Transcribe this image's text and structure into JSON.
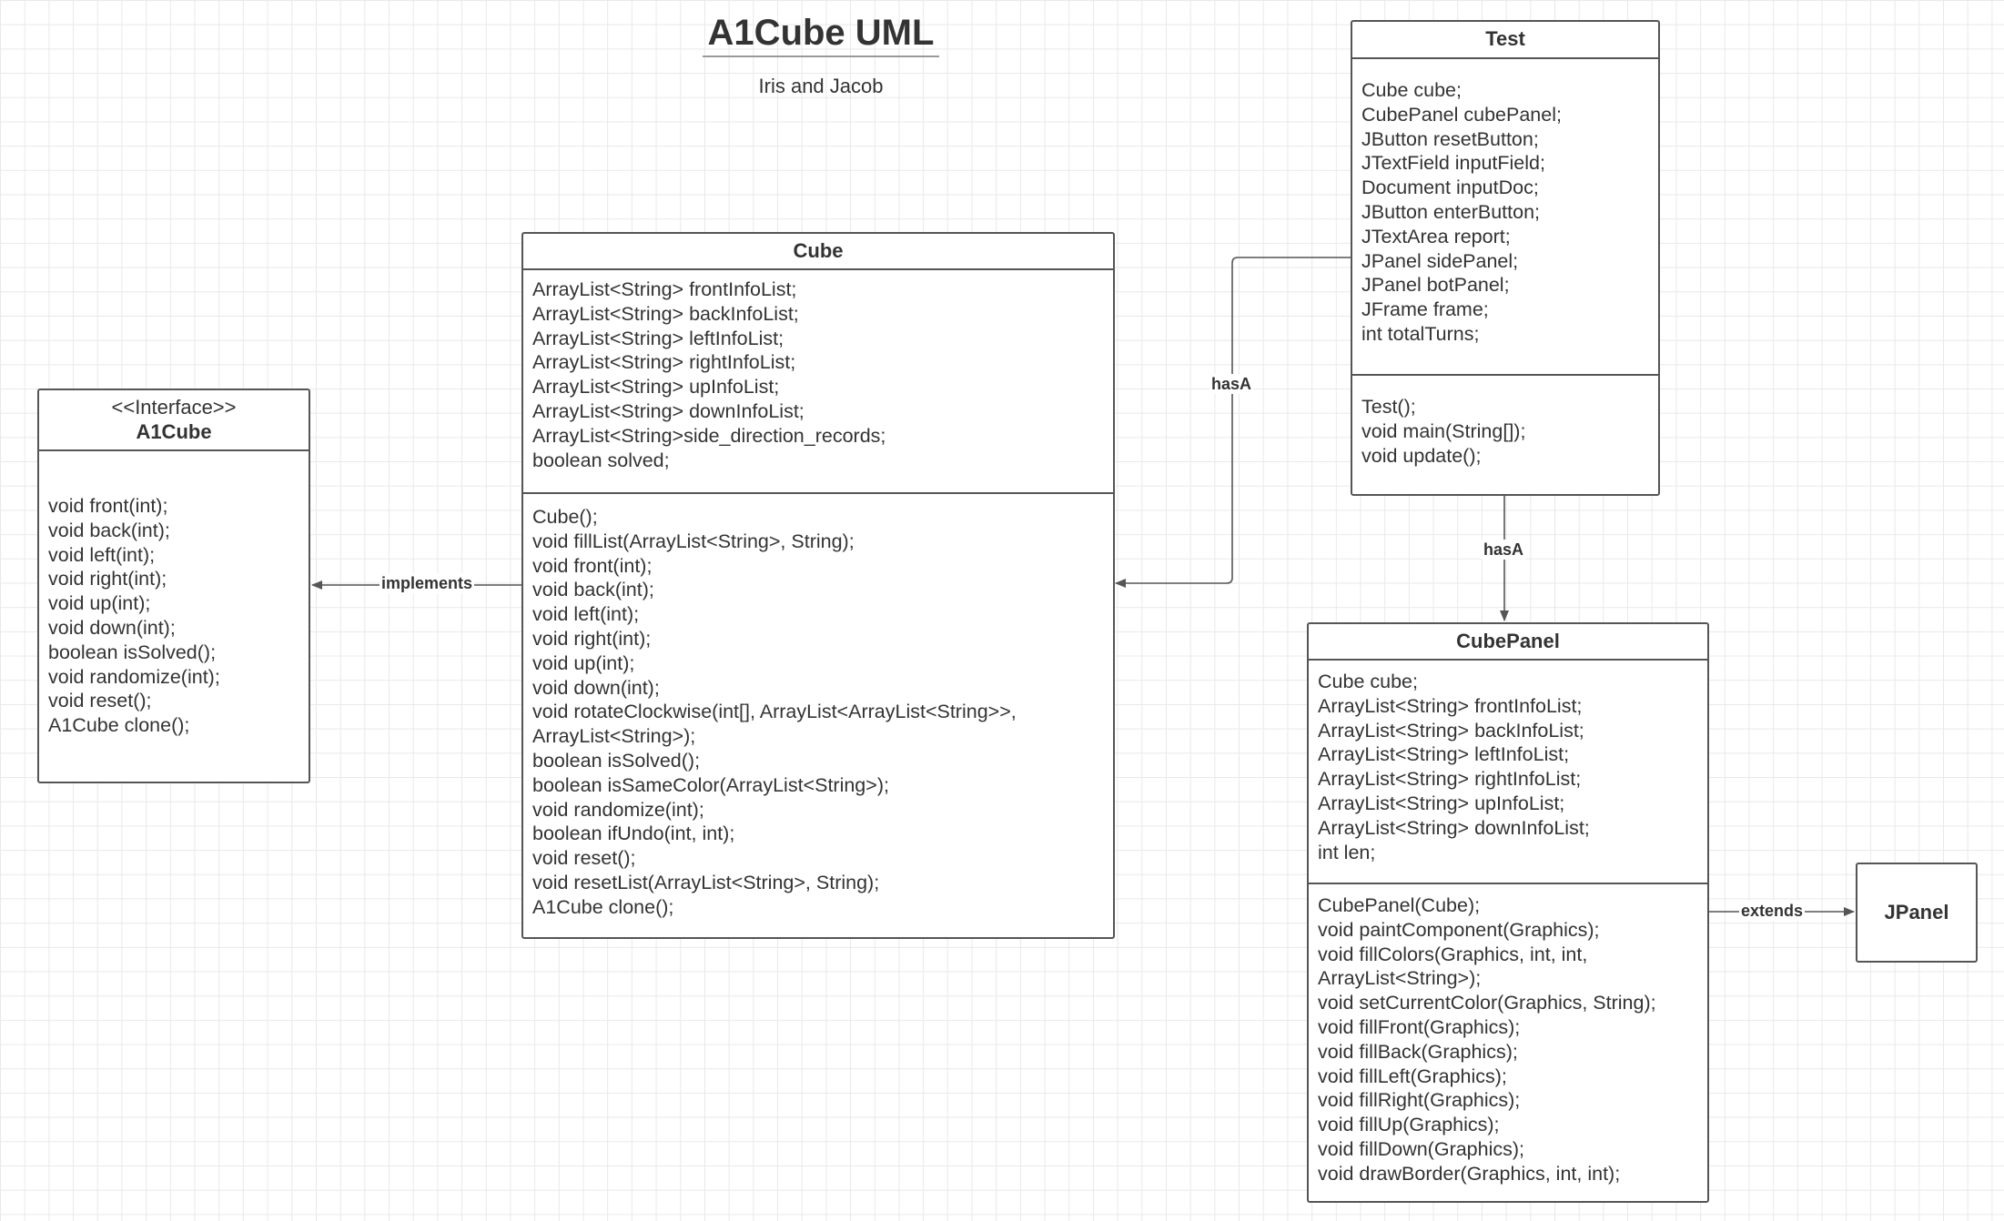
{
  "diagram": {
    "title": "A1Cube UML",
    "subtitle": "Iris and Jacob"
  },
  "classes": {
    "a1cube": {
      "stereotype": "<<Interface>>",
      "name": "A1Cube",
      "fields": [],
      "methods": [
        "void front(int);",
        "void back(int);",
        "void left(int);",
        "void right(int);",
        "void up(int);",
        "void down(int);",
        "boolean isSolved();",
        "void randomize(int);",
        "void reset();",
        "A1Cube clone();"
      ]
    },
    "cube": {
      "name": "Cube",
      "fields": [
        "ArrayList<String> frontInfoList;",
        "ArrayList<String> backInfoList;",
        "ArrayList<String> leftInfoList;",
        "ArrayList<String> rightInfoList;",
        "ArrayList<String> upInfoList;",
        "ArrayList<String> downInfoList;",
        "ArrayList<String>side_direction_records;",
        "boolean solved;"
      ],
      "methods": [
        "Cube();",
        "void fillList(ArrayList<String>, String);",
        "void front(int);",
        "void back(int);",
        "void left(int);",
        "void right(int);",
        "void up(int);",
        "void down(int);",
        "void rotateClockwise(int[], ArrayList<ArrayList<String>>,",
        "ArrayList<String>);",
        "boolean isSolved();",
        "boolean isSameColor(ArrayList<String>);",
        "void randomize(int);",
        "boolean ifUndo(int, int);",
        "void reset();",
        "void resetList(ArrayList<String>, String);",
        "A1Cube clone();"
      ]
    },
    "test": {
      "name": "Test",
      "fields": [
        "Cube cube;",
        "CubePanel cubePanel;",
        "JButton resetButton;",
        "JTextField inputField;",
        "Document inputDoc;",
        "JButton enterButton;",
        "JTextArea report;",
        "JPanel sidePanel;",
        "JPanel botPanel;",
        "JFrame frame;",
        "int totalTurns;"
      ],
      "methods": [
        "Test();",
        "void main(String[]);",
        "void update();"
      ]
    },
    "cubepanel": {
      "name": "CubePanel",
      "fields": [
        "Cube cube;",
        "ArrayList<String> frontInfoList;",
        "ArrayList<String> backInfoList;",
        "ArrayList<String> leftInfoList;",
        "ArrayList<String> rightInfoList;",
        "ArrayList<String> upInfoList;",
        "ArrayList<String> downInfoList;",
        "int len;"
      ],
      "methods": [
        "CubePanel(Cube);",
        "void paintComponent(Graphics);",
        "void fillColors(Graphics, int, int,",
        "ArrayList<String>);",
        "void setCurrentColor(Graphics, String);",
        "void fillFront(Graphics);",
        "void fillBack(Graphics);",
        "void fillLeft(Graphics);",
        "void fillRight(Graphics);",
        "void fillUp(Graphics);",
        "void fillDown(Graphics);",
        "void drawBorder(Graphics, int, int);"
      ]
    },
    "jpanel": {
      "name": "JPanel"
    }
  },
  "relations": {
    "implements": "implements",
    "test_cube": "hasA",
    "test_cubepanel": "hasA",
    "extends": "extends"
  },
  "colors": {
    "stroke": "#555555",
    "text": "#333333",
    "grid": "#e9e9e9"
  }
}
